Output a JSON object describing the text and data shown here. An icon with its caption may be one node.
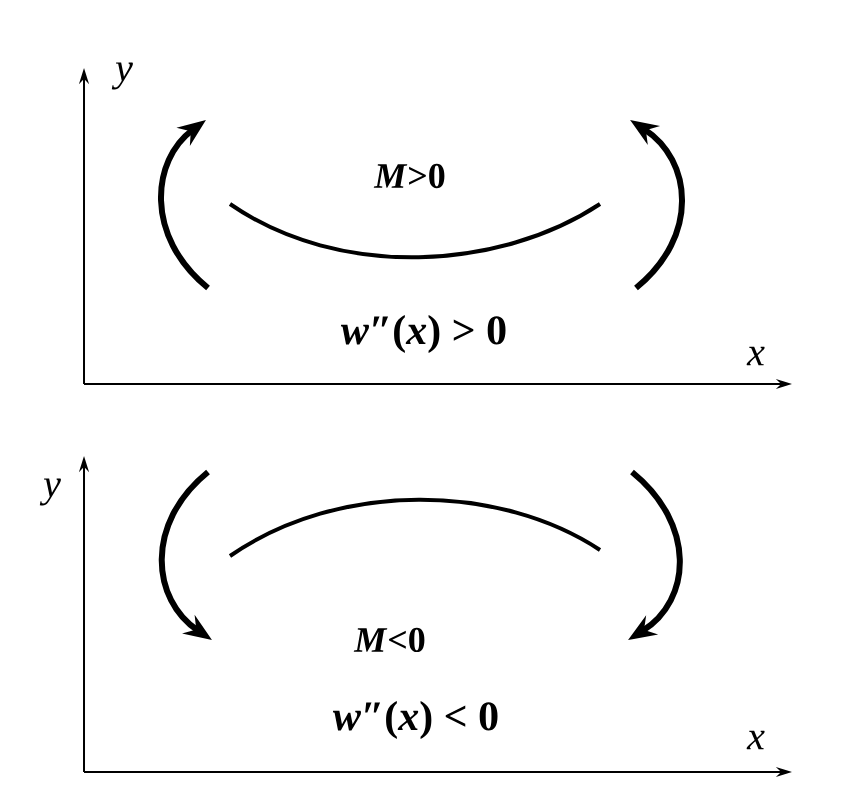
{
  "diagram": {
    "labels": [
      "y",
      "*M*>0",
      "*w*″(*x*) > 0",
      "x",
      "y",
      "*M*<0",
      "*w*″(*x*) < 0",
      "x"
    ]
  }
}
